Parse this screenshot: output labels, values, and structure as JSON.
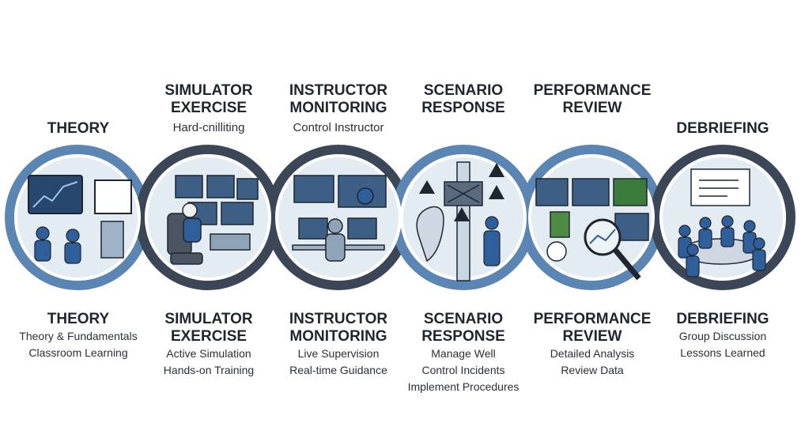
{
  "stages": [
    {
      "id": "theory",
      "top_title": "THEORY",
      "top_subtitle": "",
      "bottom_title": "THEORY",
      "bottom_lines": [
        "Theory & Fundamentals",
        "Classroom Learning"
      ]
    },
    {
      "id": "simulator-exercise",
      "top_title": "SIMULATOR EXERCISE",
      "top_subtitle": "Hard-cnilliting",
      "bottom_title": "SIMULATOR EXERCISE",
      "bottom_lines": [
        "Active Simulation",
        "Hands-on Training"
      ]
    },
    {
      "id": "instructor-monitoring",
      "top_title": "INSTRUCTOR MONITORING",
      "top_subtitle": "Control Instructor",
      "bottom_title": "INSTRUCTOR MONITORING",
      "bottom_lines": [
        "Live Supervision",
        "Real-time Guidance"
      ]
    },
    {
      "id": "scenario-response",
      "top_title": "SCENARIO RESPONSE",
      "top_subtitle": "",
      "bottom_title": "SCENARIO RESPONSE",
      "bottom_lines": [
        "Manage Well",
        "Control Incidents",
        "Implement Procedures"
      ]
    },
    {
      "id": "performance-review",
      "top_title": "PERFORMANCE REVIEW",
      "top_subtitle": "",
      "bottom_title": "PERFORMANCE REVIEW",
      "bottom_lines": [
        "Detailed Analysis",
        "Review Data"
      ]
    },
    {
      "id": "debriefing",
      "top_title": "DEBRIEFING",
      "top_subtitle": "",
      "bottom_title": "DEBRIEFING",
      "bottom_lines": [
        "Group Discussion",
        "Lessons Learned"
      ]
    }
  ],
  "colors": {
    "ring_blue": "#5b86b4",
    "ring_dark": "#3b4656",
    "ring_light": "#dfe7f0",
    "figure_blue": "#2f5f9a",
    "text_dark": "#1f2630"
  },
  "icons": [
    "whiteboard-icon",
    "control-console-icon",
    "monitor-station-icon",
    "wellhead-valve-icon",
    "analysis-dashboard-icon",
    "meeting-table-icon"
  ]
}
